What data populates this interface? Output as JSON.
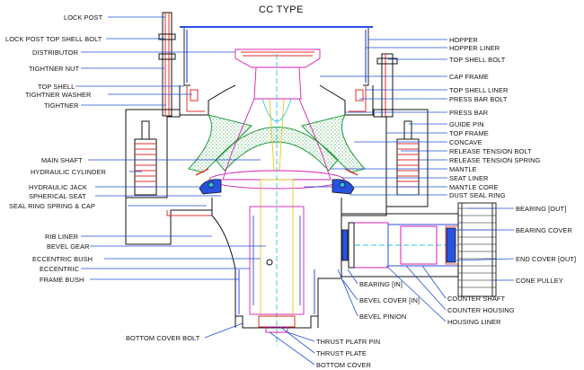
{
  "title": "CC TYPE",
  "colors": {
    "leader": "#1f4fd8",
    "outline": "#111111",
    "red": "#e0302a",
    "magenta": "#d81fb0",
    "yellow": "#e6c81a",
    "cyan": "#2cc7d8",
    "green": "#1e9a3a",
    "blue": "#2a52e0"
  },
  "labels": {
    "lock_post": "LOCK POST",
    "lock_post_top_shell_bolt": "LOCK POST TOP SHELL BOLT",
    "distributor": "DISTRIBUTOR",
    "tightner_nut": "TIGHTNER NUT",
    "top_shell": "TOP SHELL",
    "tightner_washer": "TIGHTNER WASHER",
    "tightner": "TIGHTNER",
    "main_shaft": "MAIN SHAFT",
    "hydraulic_cylinder": "HYDRAULIC CYLINDER",
    "hydraulic_jack": "HYDRAULIC JACK",
    "spherical_seat": "SPHERICAL SEAT",
    "seal_ring_spring_cap": "SEAL RING SPRING & CAP",
    "rib_liner": "RIB LINER",
    "bevel_gear": "BEVEL GEAR",
    "eccentric_bush": "ECCENTRIC BUSH",
    "eccentric": "ECCENTRIC",
    "frame_bush": "FRAME BUSH",
    "bottom_cover_bolt": "BOTTOM COVER BOLT",
    "hopper": "HOPPER",
    "hopper_liner": "HOPPER LINER",
    "top_shell_bolt": "TOP SHELL BOLT",
    "cap_frame": "CAP FRAME",
    "top_shell_liner": "TOP SHELL LINER",
    "press_bar_bolt": "PRESS BAR BOLT",
    "press_bar": "PRESS BAR",
    "guide_pin": "GUIDE PIN",
    "top_frame": "TOP FRAME",
    "concave": "CONCAVE",
    "release_tension_bolt": "RELEASE TENSION BOLT",
    "release_tension_spring": "RELEASE TENSION SPRING",
    "mantle": "MANTLE",
    "seat_liner": "SEAT LINER",
    "mantle_core": "MANTLE CORE",
    "dust_seal_ring": "DUST SEAL RING",
    "bearing_out": "BEARING [OUT]",
    "bearing_cover": "BEARING COVER",
    "end_cover_out": "END COVER [OUT]",
    "cone_pulley": "CONE PULLEY",
    "bearing_in": "BEARING [IN]",
    "bevel_cover_in": "BEVEL COVER [IN]",
    "bevel_pinion": "BEVEL PINION",
    "counter_shaft": "COUNTER SHAFT",
    "counter_housing": "COUNTER HOUSING",
    "housing_liner": "HOUSING LINER",
    "thrust_platr_pin": "THRUST PLATR PIN",
    "thrust_plate": "THRUST PLATE",
    "bottom_cover": "BOTTOM COVER"
  }
}
